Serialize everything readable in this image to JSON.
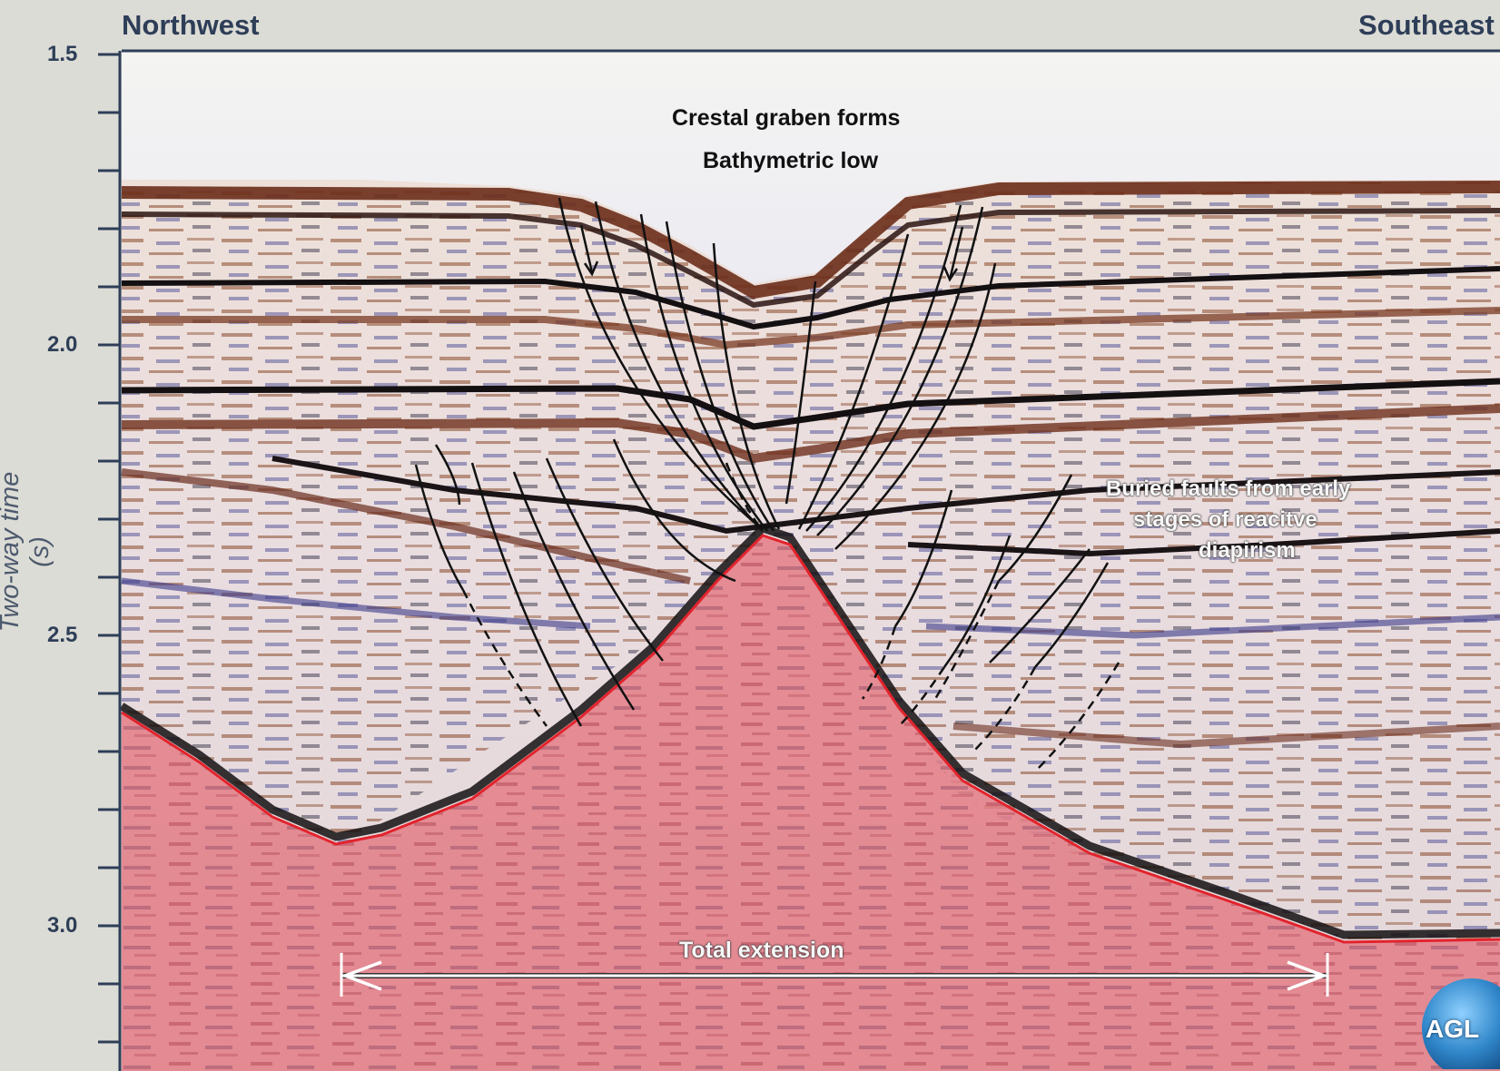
{
  "header": {
    "left_direction": "Northwest",
    "right_direction": "Southeast"
  },
  "y_axis": {
    "title": "Two-way time (s)",
    "ticks": [
      {
        "value": 1.5,
        "label": "1.5"
      },
      {
        "value": 2.0,
        "label": "2.0"
      },
      {
        "value": 2.5,
        "label": "2.5"
      },
      {
        "value": 3.0,
        "label": "3.0"
      }
    ],
    "minor_step": 0.1,
    "range": [
      1.5,
      3.25
    ]
  },
  "annotations": {
    "graben_line1": "Crestal graben forms",
    "graben_line2": "Bathymetric low",
    "buried_line1": "Buried faults from early",
    "buried_line2": "stages of reacitve",
    "buried_line3": "diapirism",
    "extension": "Total extension"
  },
  "logo": {
    "text": "AGL"
  },
  "colors": {
    "salt_fill": "#e37d86",
    "salt_outline": "#e2232c",
    "fault_line": "#111111",
    "sediment_brown": "#7c3f24",
    "sediment_blue": "#4a4f9e",
    "water": "#f2f1ee",
    "frame_text": "#2e3e58"
  }
}
